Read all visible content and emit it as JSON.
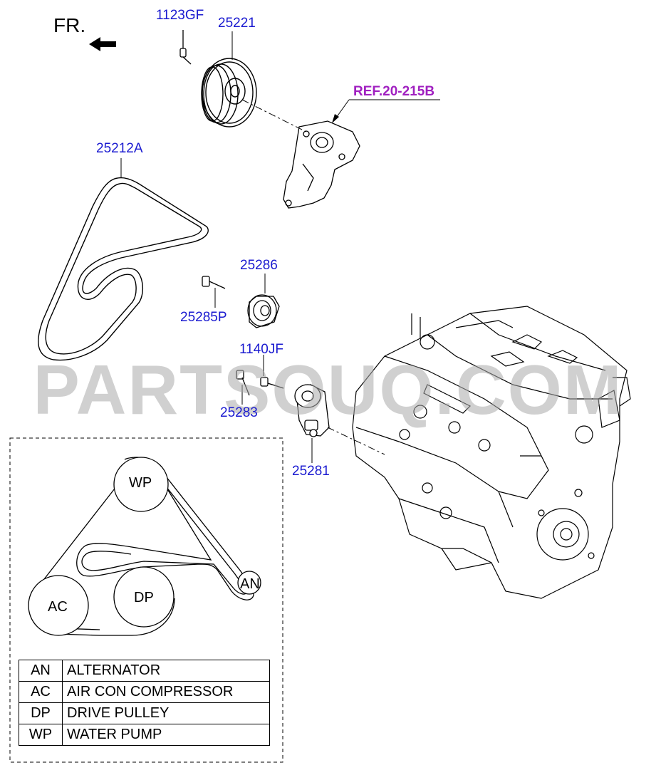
{
  "direction_label": "FR.",
  "watermark": "PARTSOUQ.COM",
  "reference": "REF.20-215B",
  "part_labels": {
    "p1123GF": "1123GF",
    "p25221": "25221",
    "p25212A": "25212A",
    "p25286": "25286",
    "p25285P": "25285P",
    "p1140JF": "1140JF",
    "p25283": "25283",
    "p25281": "25281"
  },
  "belt_routing": {
    "pulleys": [
      "WP",
      "AN",
      "AC",
      "DP"
    ]
  },
  "legend": [
    {
      "code": "AN",
      "name": "ALTERNATOR"
    },
    {
      "code": "AC",
      "name": "AIR CON COMPRESSOR"
    },
    {
      "code": "DP",
      "name": "DRIVE PULLEY"
    },
    {
      "code": "WP",
      "name": "WATER PUMP"
    }
  ],
  "colors": {
    "part_number": "#1a1ad0",
    "reference": "#a020c0",
    "line": "#000000",
    "watermark": "#aaaaaa"
  }
}
